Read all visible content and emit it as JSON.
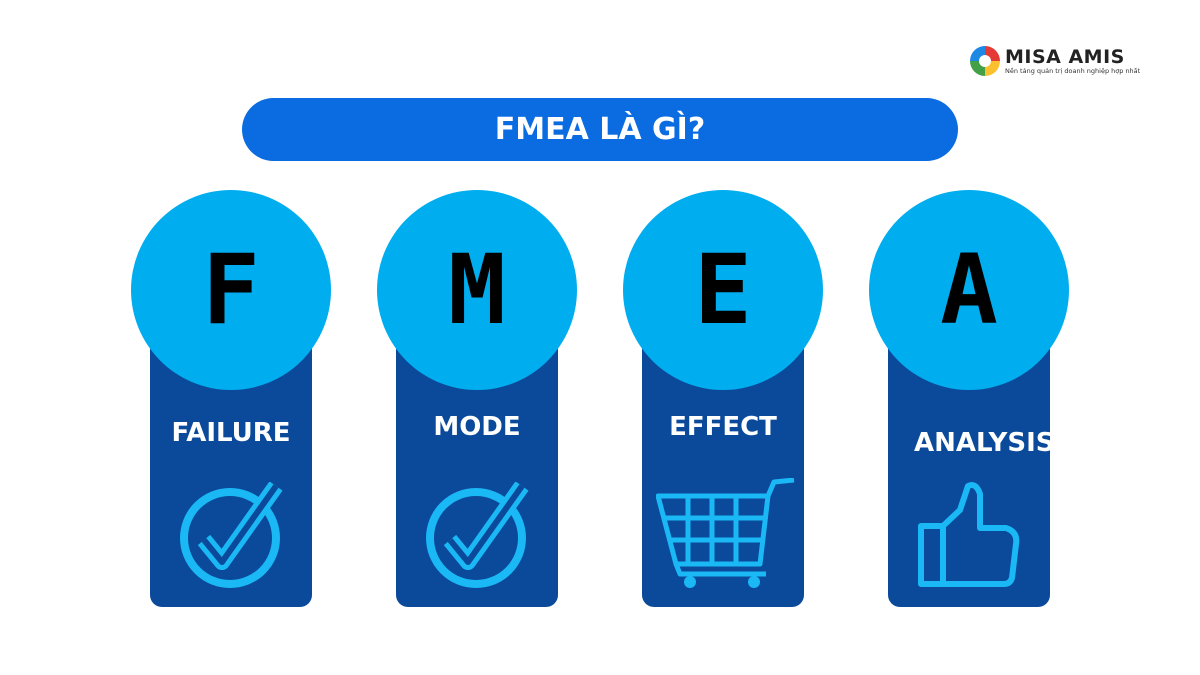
{
  "logo": {
    "name": "MISA AMIS",
    "tagline": "Nền tảng quản trị doanh nghiệp hợp nhất"
  },
  "title": "FMEA LÀ GÌ?",
  "cards": [
    {
      "letter": "F",
      "word": "FAILURE",
      "icon": "check-circle-icon"
    },
    {
      "letter": "M",
      "word": "MODE",
      "icon": "check-circle-icon"
    },
    {
      "letter": "E",
      "word": "EFFECT",
      "icon": "shopping-cart-icon"
    },
    {
      "letter": "A",
      "word": "ANALYSIS",
      "icon": "thumbs-up-icon"
    }
  ],
  "colors": {
    "title_bar": "#0a6ce0",
    "card": "#0b4a9a",
    "circle": "#00adef",
    "icon": "#1ab8f5"
  }
}
